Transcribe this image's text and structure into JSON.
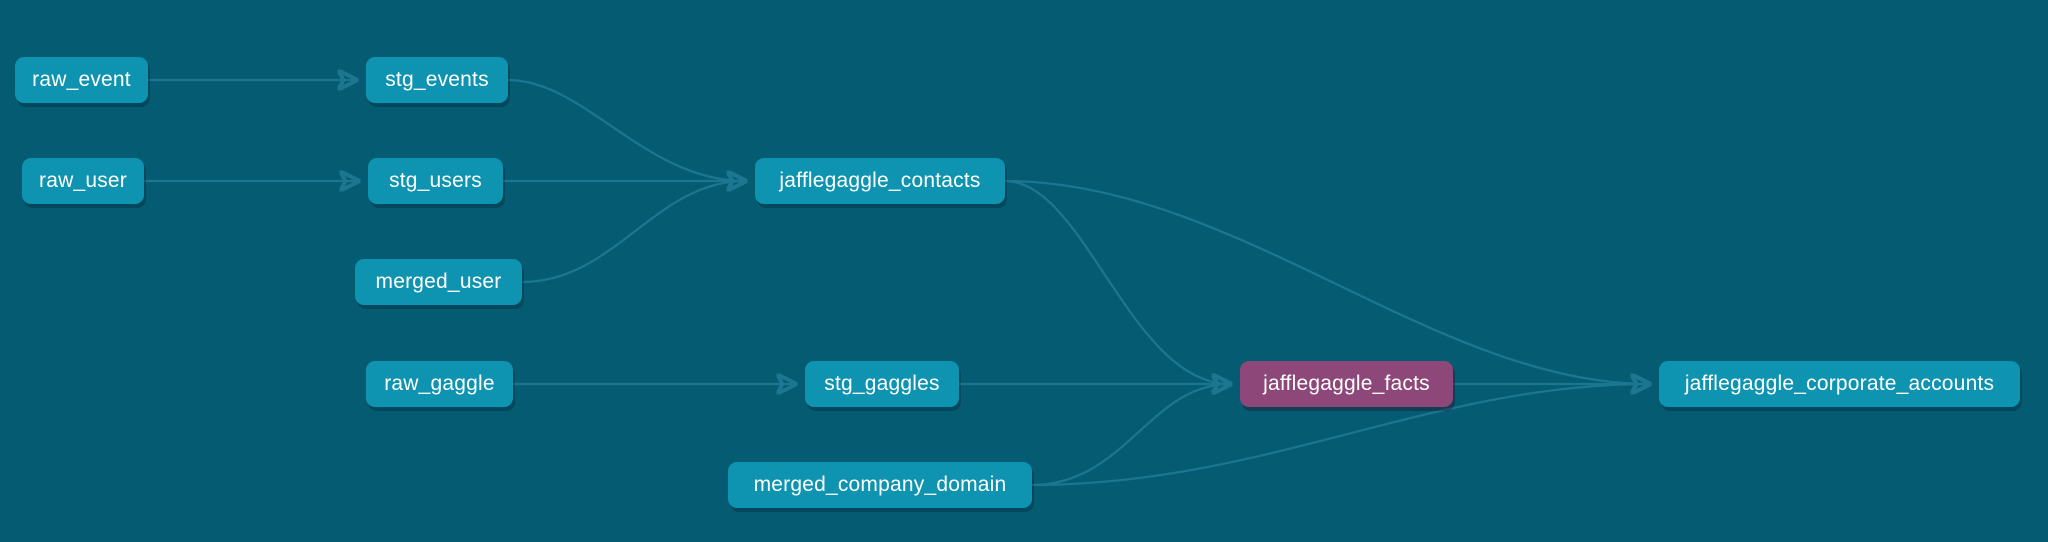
{
  "graph": {
    "colors": {
      "background": "#045b72",
      "edge": "#1d7690",
      "node": "#0e93b0",
      "highlighted_node": "#8d4778",
      "node_text": "#ffffff"
    },
    "nodes": {
      "raw_event": {
        "label": "raw_event",
        "highlighted": false
      },
      "stg_events": {
        "label": "stg_events",
        "highlighted": false
      },
      "raw_user": {
        "label": "raw_user",
        "highlighted": false
      },
      "stg_users": {
        "label": "stg_users",
        "highlighted": false
      },
      "merged_user": {
        "label": "merged_user",
        "highlighted": false
      },
      "jafflegaggle_contacts": {
        "label": "jafflegaggle_contacts",
        "highlighted": false
      },
      "raw_gaggle": {
        "label": "raw_gaggle",
        "highlighted": false
      },
      "stg_gaggles": {
        "label": "stg_gaggles",
        "highlighted": false
      },
      "merged_company_domain": {
        "label": "merged_company_domain",
        "highlighted": false
      },
      "jafflegaggle_facts": {
        "label": "jafflegaggle_facts",
        "highlighted": true
      },
      "jafflegaggle_corporate_accounts": {
        "label": "jafflegaggle_corporate_accounts",
        "highlighted": false
      }
    },
    "edges": [
      {
        "from": "raw_event",
        "to": "stg_events"
      },
      {
        "from": "raw_user",
        "to": "stg_users"
      },
      {
        "from": "stg_events",
        "to": "jafflegaggle_contacts"
      },
      {
        "from": "stg_users",
        "to": "jafflegaggle_contacts"
      },
      {
        "from": "merged_user",
        "to": "jafflegaggle_contacts"
      },
      {
        "from": "raw_gaggle",
        "to": "stg_gaggles"
      },
      {
        "from": "stg_gaggles",
        "to": "jafflegaggle_facts"
      },
      {
        "from": "jafflegaggle_contacts",
        "to": "jafflegaggle_facts"
      },
      {
        "from": "merged_company_domain",
        "to": "jafflegaggle_facts"
      },
      {
        "from": "jafflegaggle_facts",
        "to": "jafflegaggle_corporate_accounts"
      },
      {
        "from": "jafflegaggle_contacts",
        "to": "jafflegaggle_corporate_accounts"
      },
      {
        "from": "merged_company_domain",
        "to": "jafflegaggle_corporate_accounts"
      }
    ]
  }
}
